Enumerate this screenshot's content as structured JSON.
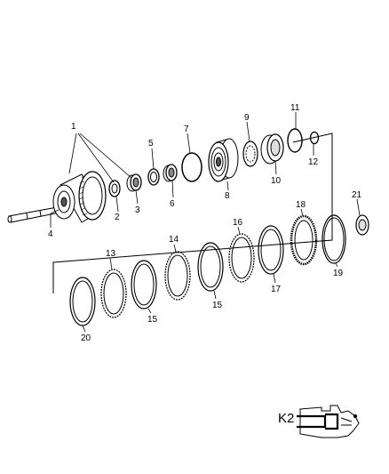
{
  "diagram": {
    "callouts": [
      "1",
      "2",
      "3",
      "4",
      "5",
      "6",
      "7",
      "8",
      "9",
      "10",
      "11",
      "12",
      "13",
      "14",
      "15",
      "15",
      "16",
      "17",
      "18",
      "19",
      "20",
      "21"
    ],
    "inset_label": "K2"
  },
  "colors": {
    "line": "#000000",
    "background": "#ffffff",
    "fill_dark": "#555555",
    "fill_light": "#dddddd"
  }
}
